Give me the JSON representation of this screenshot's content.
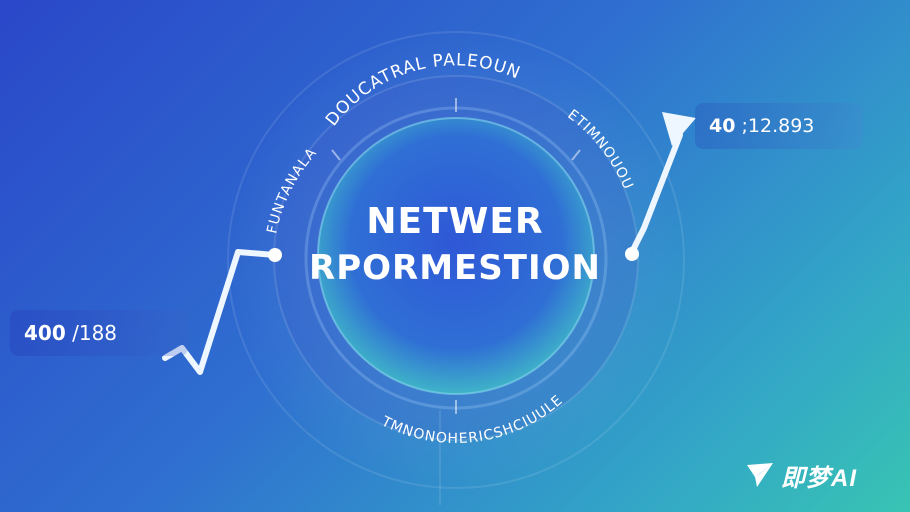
{
  "diagram": {
    "title_line1": "NETWER",
    "title_line2": "RPORMESTION",
    "ring_label_top": "DOUCATRAL PALEOUN",
    "ring_label_left": "FUNTANALA",
    "ring_label_right": "ETIMNOUOU",
    "ring_label_bottom": "TMNONOHERICSHCIUULE"
  },
  "callouts": {
    "left_value_bold": "400",
    "left_value_rest": " /188",
    "right_value_bold": "40",
    "right_value_rest": " ;12.893"
  },
  "watermark": {
    "text": "即梦AI"
  },
  "colors": {
    "bg_start": "#2a47c9",
    "bg_end": "#38c4b3",
    "circle_core": "#2f66d8",
    "accent_white": "#ffffff"
  }
}
